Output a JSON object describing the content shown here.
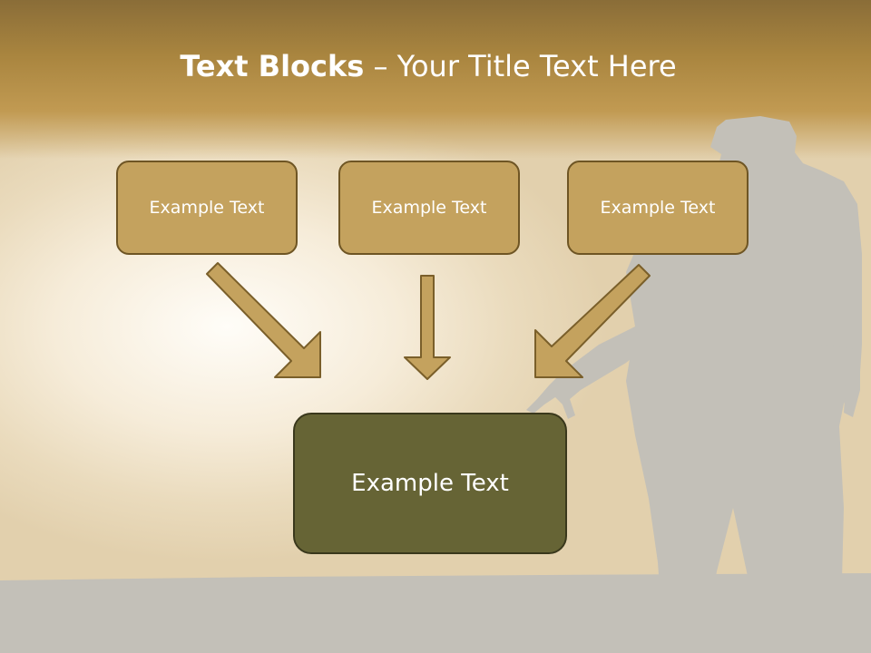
{
  "title": {
    "bold": "Text Blocks",
    "separator": " – ",
    "rest": "Your Title Text Here"
  },
  "blocks": [
    "Example Text",
    "Example Text",
    "Example Text"
  ],
  "target": "Example Text",
  "colors": {
    "box_fill": "#c4a25e",
    "box_border": "#6e5524",
    "target_fill": "#666435",
    "arrow_fill": "#c4a25e",
    "arrow_stroke": "#7a5f2a"
  }
}
